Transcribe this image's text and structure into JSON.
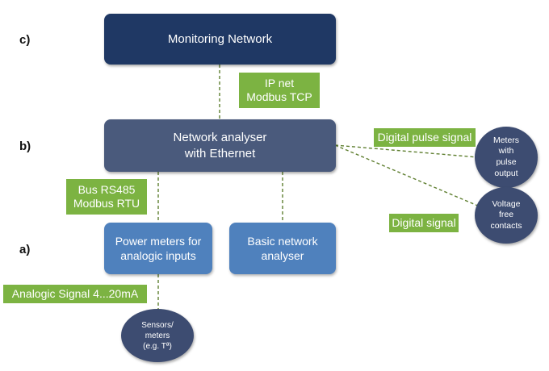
{
  "levels": {
    "c": "c)",
    "b": "b)",
    "a": "a)"
  },
  "boxes": {
    "monitoring_network": "Monitoring Network",
    "network_analyser": "Network analyser\nwith Ethernet",
    "power_meters": "Power meters for\nanalogic inputs",
    "basic_analyser": "Basic network\nanalyser"
  },
  "circles": {
    "meters_pulse": "Meters\nwith\npulse\noutput",
    "voltage_free": "Voltage\nfree\ncontacts",
    "sensors": "Sensors/\nmeters\n(e.g. Tª)"
  },
  "labels": {
    "ip_net": "IP net\nModbus TCP",
    "bus_rs485": "Bus RS485\nModbus RTU",
    "digital_pulse": "Digital pulse signal",
    "digital_signal": "Digital signal",
    "analogic_signal": "Analogic Signal 4...20mA"
  },
  "colors": {
    "top_box": "#1f3864",
    "analyser_box": "#4a5a7c",
    "device_box": "#4f81bd",
    "circle": "#3d4c71",
    "label_bg": "#7cb342",
    "connector": "#5a7a2e"
  }
}
